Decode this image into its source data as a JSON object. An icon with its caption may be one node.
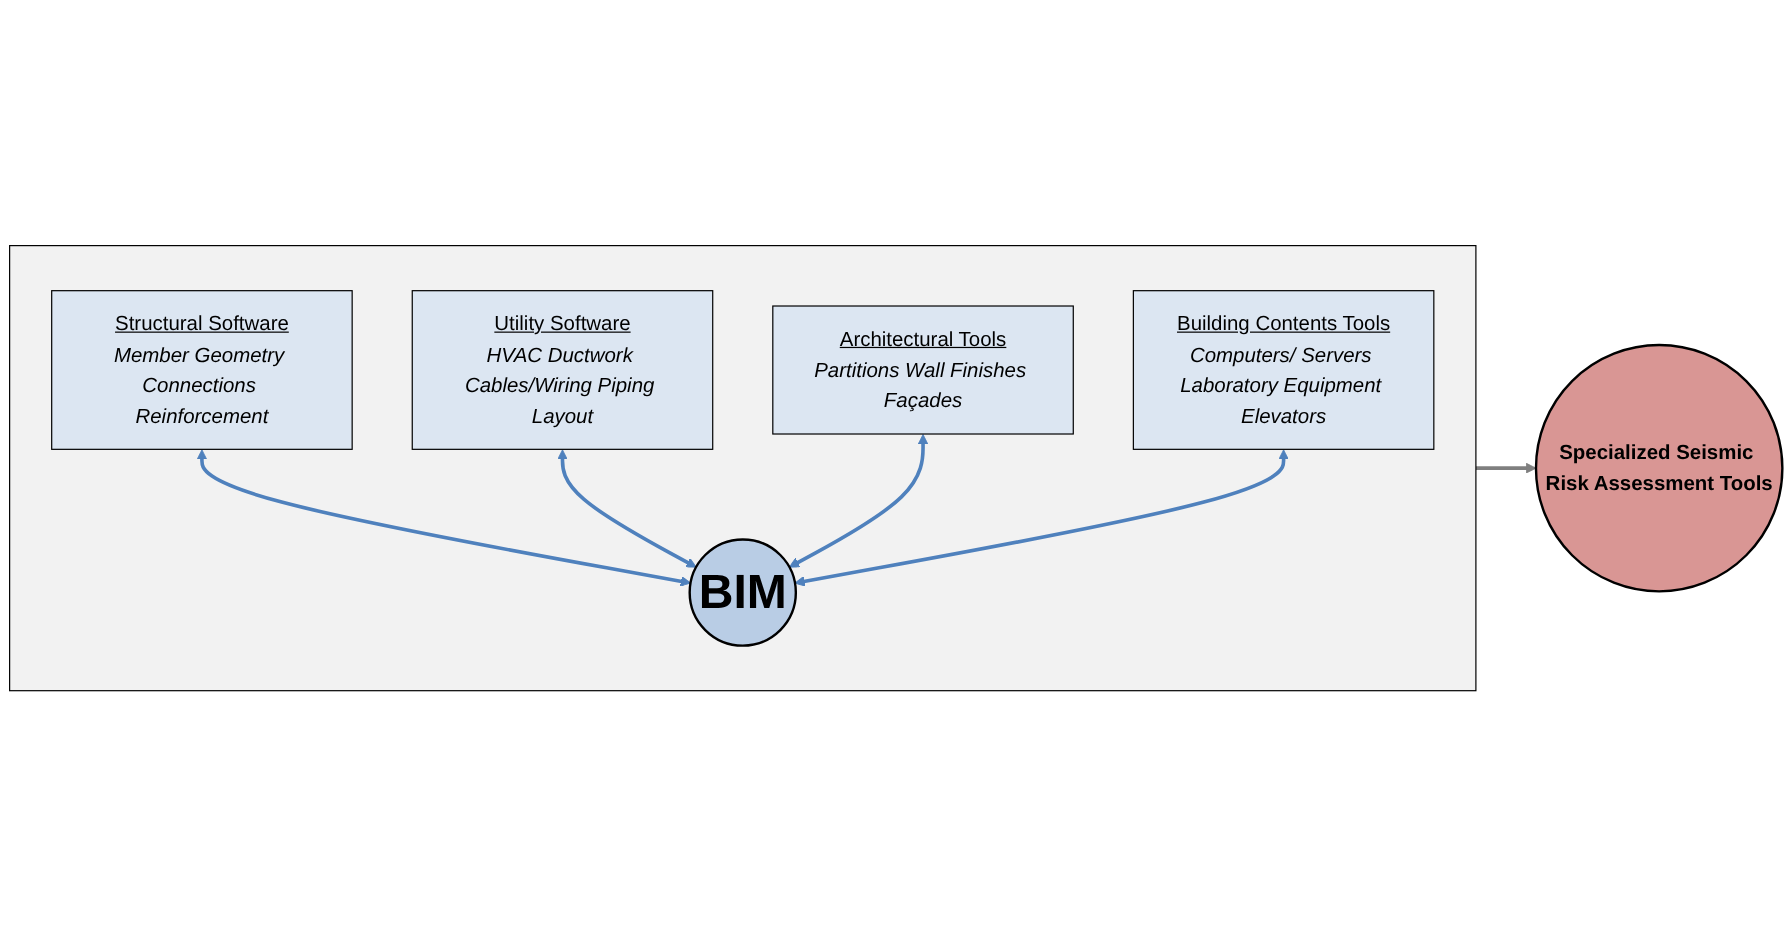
{
  "diagram": {
    "nodes": [
      {
        "text": [],
        "shape": "box"
      },
      {
        "text": [
          "Structural Software",
          "Member Geometry Connections Reinforcement"
        ],
        "in": 0
      },
      {
        "text": [
          "Utility Software",
          "HVAC Ductwork Cables/Wiring Piping Layout"
        ],
        "in": 0
      },
      {
        "text": [
          "BIM"
        ],
        "in": 0
      },
      {
        "text": [
          "Architectural Tools",
          "Partitions Wall Finishes Façades"
        ],
        "in": 0
      },
      {
        "text": [
          "Building Contents Tools",
          "Computers/ Servers Laboratory Equipment Elevators"
        ],
        "in": 0
      },
      {
        "text": [
          "Specialized Seismic Risk Assessment Tools"
        ]
      }
    ],
    "edges": [
      {
        "from": 1,
        "to": 3,
        "arrow": "both",
        "color": "#4f81bd"
      },
      {
        "from": 2,
        "to": 3,
        "arrow": "both",
        "color": "#4f81bd"
      },
      {
        "from": 4,
        "to": 3,
        "arrow": "both",
        "color": "#4f81bd"
      },
      {
        "from": 5,
        "to": 3,
        "arrow": "both",
        "color": "#4f81bd"
      },
      {
        "from": 0,
        "to": 6,
        "arrow": "to",
        "color": "#7f7f7f"
      }
    ]
  }
}
